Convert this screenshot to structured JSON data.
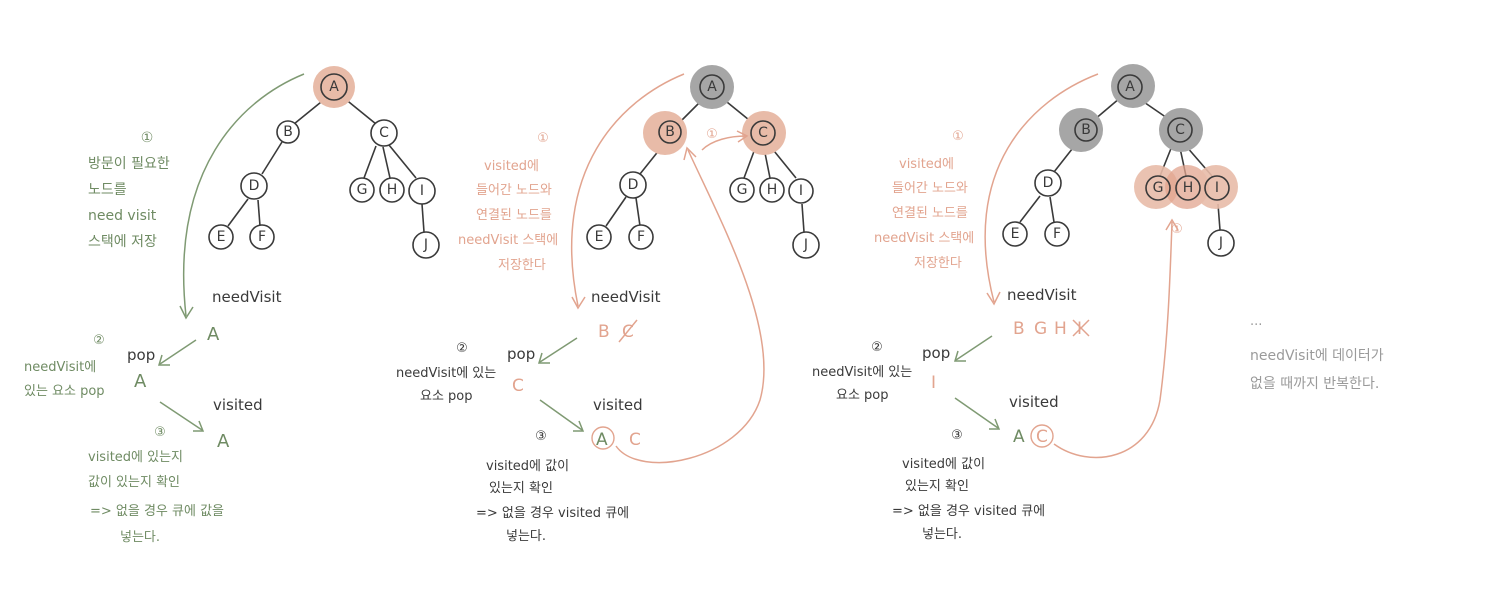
{
  "colors": {
    "ink": "#3a3a3a",
    "green": "#6f8b63",
    "pink": "#e2a48f",
    "highlight": "#e8bba8",
    "visited_gray": "#a6a6a6",
    "note_gray": "#9a9a9a"
  },
  "tree": {
    "nodes": [
      "A",
      "B",
      "C",
      "D",
      "E",
      "F",
      "G",
      "H",
      "I",
      "J"
    ]
  },
  "labels": {
    "need_visit": "needVisit",
    "pop": "pop",
    "visited": "visited"
  },
  "panel1": {
    "step1_num": "①",
    "step1_lines": [
      "방문이 필요한",
      "노드를",
      "need visit",
      "스택에 저장"
    ],
    "step2_num": "②",
    "step2_lines": [
      "needVisit에",
      "있는 요소 pop"
    ],
    "step3_num": "③",
    "step3_lines": [
      "visited에 있는지",
      "값이 있는지 확인",
      "=> 없을 경우 큐에 값을",
      "넣는다."
    ],
    "need_visit_value": "A",
    "pop_value": "A",
    "visited_value": "A"
  },
  "panel2": {
    "step1_num": "①",
    "step1_lines": [
      "visited에",
      "들어간 노드와",
      "연결된 노드를",
      "needVisit 스택에",
      "저장한다"
    ],
    "side_num": "①",
    "step2_num": "②",
    "step2_lines": [
      "needVisit에 있는",
      "요소 pop"
    ],
    "step3_num": "③",
    "step3_lines": [
      "visited에 값이",
      "있는지 확인",
      "=> 없을 경우 visited 큐에",
      "넣는다."
    ],
    "need_visit_values": [
      "B",
      "C"
    ],
    "pop_value": "C",
    "visited_values": [
      "A",
      "C"
    ]
  },
  "panel3": {
    "step1_num": "①",
    "step1_lines": [
      "visited에",
      "들어간 노드와",
      "연결된 노드를",
      "needVisit 스택에",
      "저장한다"
    ],
    "side_num": "①",
    "step2_num": "②",
    "step2_lines": [
      "needVisit에 있는",
      "요소 pop"
    ],
    "step3_num": "③",
    "step3_lines": [
      "visited에 값이",
      "있는지 확인",
      "=> 없을 경우 visited 큐에",
      "넣는다."
    ],
    "need_visit_values": [
      "B",
      "G",
      "H",
      "I"
    ],
    "pop_value": "I",
    "visited_values": [
      "A",
      "C"
    ]
  },
  "closing": {
    "dots": "...",
    "lines": [
      "needVisit에 데이터가",
      "없을 때까지 반복한다."
    ]
  }
}
